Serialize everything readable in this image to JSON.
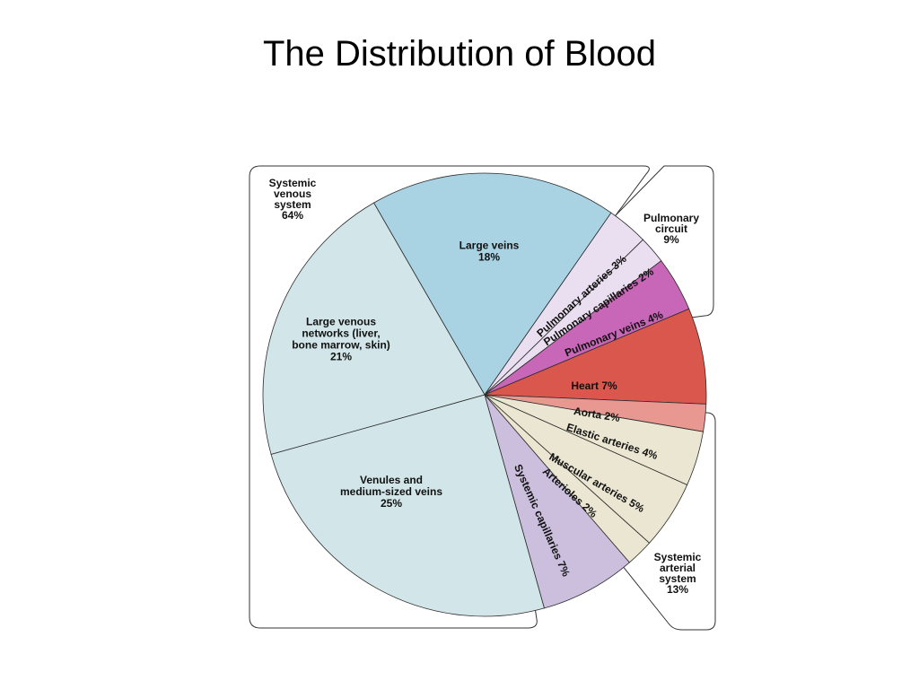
{
  "page": {
    "title": "The Distribution of Blood"
  },
  "chart_data": {
    "type": "pie",
    "unit": "%",
    "slices": [
      {
        "lines": [
          "Large veins",
          "18%"
        ],
        "value": 18,
        "color": "#a9d2e3",
        "group": "systemic_venous"
      },
      {
        "lines": [
          "Pulmonary arteries 3%"
        ],
        "value": 3,
        "color": "#eadff0",
        "group": "pulmonary"
      },
      {
        "lines": [
          "Pulmonary capillaries 2%"
        ],
        "value": 2,
        "color": "#eadff0",
        "group": "pulmonary"
      },
      {
        "lines": [
          "Pulmonary veins 4%"
        ],
        "value": 4,
        "color": "#c866b8",
        "group": "pulmonary"
      },
      {
        "lines": [
          "Heart 7%"
        ],
        "value": 7,
        "color": "#d9574d",
        "group": "heart"
      },
      {
        "lines": [
          "Aorta 2%"
        ],
        "value": 2,
        "color": "#e99791",
        "group": "systemic_arterial"
      },
      {
        "lines": [
          "Elastic arteries 4%"
        ],
        "value": 4,
        "color": "#ebe6d2",
        "group": "systemic_arterial"
      },
      {
        "lines": [
          "Muscular arteries 5%"
        ],
        "value": 5,
        "color": "#ebe6d2",
        "group": "systemic_arterial"
      },
      {
        "lines": [
          "Arterioles 2%"
        ],
        "value": 2,
        "color": "#ebe6d2",
        "group": "systemic_arterial"
      },
      {
        "lines": [
          "Systemic capillaries 7%"
        ],
        "value": 7,
        "color": "#cbbfdd",
        "group": "capillaries"
      },
      {
        "lines": [
          "Venules and",
          "medium-sized veins",
          "25%"
        ],
        "value": 25,
        "color": "#d2e6ea",
        "group": "systemic_venous"
      },
      {
        "lines": [
          "Large venous",
          "networks (liver,",
          "bone marrow, skin)",
          "21%"
        ],
        "value": 21,
        "color": "#d2e6ea",
        "group": "systemic_venous"
      }
    ],
    "groups": [
      {
        "key": "systemic_venous",
        "lines": [
          "Systemic",
          "venous",
          "system",
          "64%"
        ],
        "value": 64
      },
      {
        "key": "pulmonary",
        "lines": [
          "Pulmonary",
          "circuit",
          "9%"
        ],
        "value": 9
      },
      {
        "key": "systemic_arterial",
        "lines": [
          "Systemic",
          "arterial",
          "system",
          "13%"
        ],
        "value": 13
      }
    ]
  }
}
